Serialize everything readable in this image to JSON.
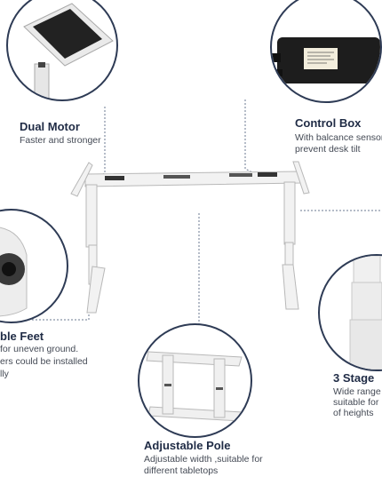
{
  "features": {
    "dual_motor": {
      "title": "Dual Motor",
      "desc": "Faster and stronger"
    },
    "control_box": {
      "title": "Control Box",
      "desc_line1": "With balcance sensor to",
      "desc_line2": "prevent desk tilt"
    },
    "feet": {
      "title": "ble Feet",
      "desc_line1": "for uneven ground.",
      "desc_line2": "ers could be installed",
      "desc_line3": "lly"
    },
    "stage": {
      "title": "3 Stage",
      "desc_line1": "Wide range",
      "desc_line2": "suitable for",
      "desc_line3": "of heights"
    },
    "pole": {
      "title": "Adjustable Pole",
      "desc_line1": "Adjustable width ,suitable for",
      "desc_line2": "different  tabletops"
    }
  },
  "colors": {
    "frame": "#eeeeee",
    "frame_edge": "#b8b8b8",
    "callout_border": "#2e3b55",
    "title": "#1f2b45",
    "desc": "#444a55",
    "leader": "#6b7890"
  },
  "icons": {
    "control_box": "control-box-icon",
    "motor": "motor-icon",
    "foot": "foot-icon",
    "column": "column-icon",
    "crossbar": "crossbar-icon"
  }
}
